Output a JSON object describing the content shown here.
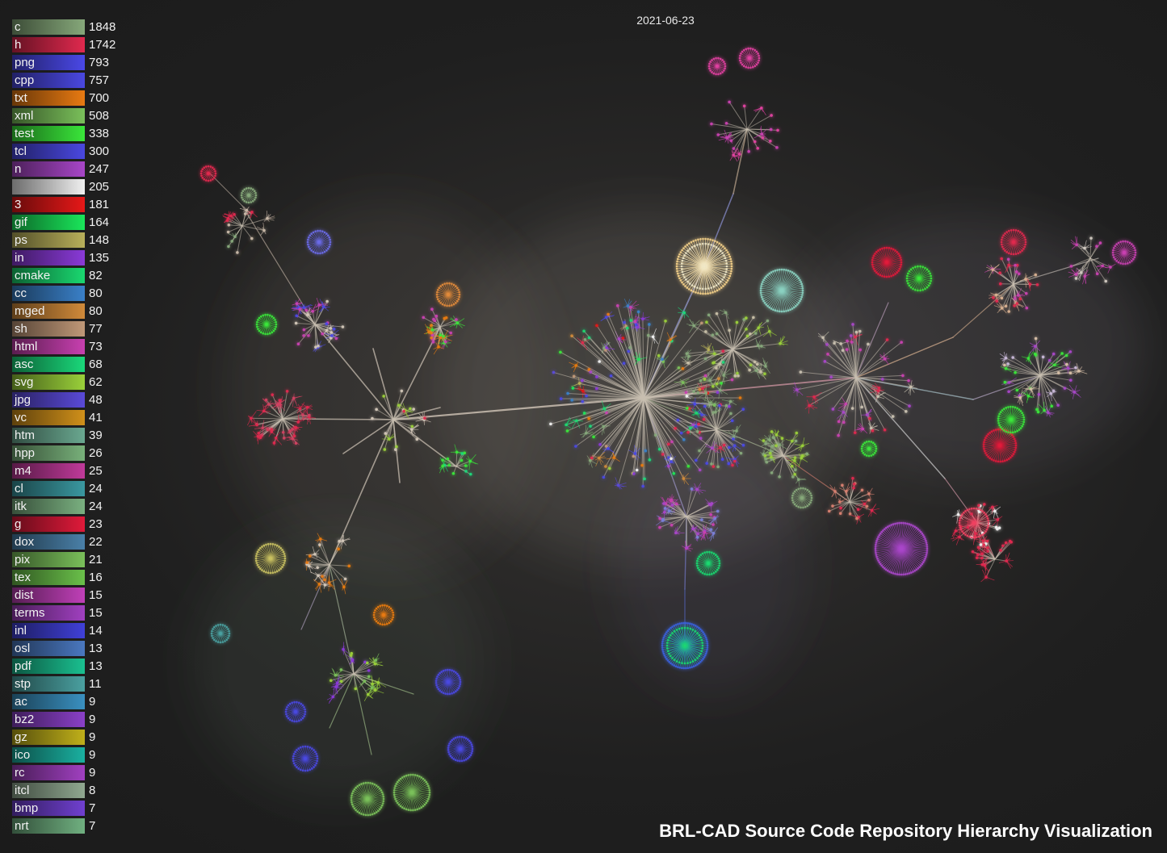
{
  "caption": "BRL-CAD Source Code Repository Hierarchy Visualization",
  "date": "2021-06-23",
  "legend": [
    {
      "label": "c",
      "count": "1848",
      "color": "#86a87a"
    },
    {
      "label": "h",
      "count": "1742",
      "color": "#e0294e"
    },
    {
      "label": "png",
      "count": "793",
      "color": "#4a48e6"
    },
    {
      "label": "cpp",
      "count": "757",
      "color": "#4a48e0"
    },
    {
      "label": "txt",
      "count": "700",
      "color": "#e87a12"
    },
    {
      "label": "xml",
      "count": "508",
      "color": "#7ac05a"
    },
    {
      "label": "test",
      "count": "338",
      "color": "#3ae63a"
    },
    {
      "label": "tcl",
      "count": "300",
      "color": "#4a48e0"
    },
    {
      "label": "n",
      "count": "247",
      "color": "#a846c8"
    },
    {
      "label": "",
      "count": "205",
      "color": "#f0f0f0"
    },
    {
      "label": "3",
      "count": "181",
      "color": "#e61818"
    },
    {
      "label": "gif",
      "count": "164",
      "color": "#1ae65a"
    },
    {
      "label": "ps",
      "count": "148",
      "color": "#b8b05a"
    },
    {
      "label": "in",
      "count": "135",
      "color": "#8a3ad8"
    },
    {
      "label": "cmake",
      "count": "82",
      "color": "#1ad870"
    },
    {
      "label": "cc",
      "count": "80",
      "color": "#3a80c8"
    },
    {
      "label": "mged",
      "count": "80",
      "color": "#d08a3a"
    },
    {
      "label": "sh",
      "count": "77",
      "color": "#c09878"
    },
    {
      "label": "html",
      "count": "73",
      "color": "#c840b0"
    },
    {
      "label": "asc",
      "count": "68",
      "color": "#1ad87a"
    },
    {
      "label": "svg",
      "count": "62",
      "color": "#9ad03a"
    },
    {
      "label": "jpg",
      "count": "48",
      "color": "#5a4ad8"
    },
    {
      "label": "vc",
      "count": "41",
      "color": "#d0901a"
    },
    {
      "label": "htm",
      "count": "39",
      "color": "#6aa890"
    },
    {
      "label": "hpp",
      "count": "26",
      "color": "#78b07a"
    },
    {
      "label": "m4",
      "count": "25",
      "color": "#c03a9a"
    },
    {
      "label": "cl",
      "count": "24",
      "color": "#3a98a0"
    },
    {
      "label": "itk",
      "count": "24",
      "color": "#7ab080"
    },
    {
      "label": "g",
      "count": "23",
      "color": "#e01a3a"
    },
    {
      "label": "dox",
      "count": "22",
      "color": "#4a80a8"
    },
    {
      "label": "pix",
      "count": "21",
      "color": "#7ac05a"
    },
    {
      "label": "tex",
      "count": "16",
      "color": "#6ac04a"
    },
    {
      "label": "dist",
      "count": "15",
      "color": "#c040b8"
    },
    {
      "label": "terms",
      "count": "15",
      "color": "#a040c0"
    },
    {
      "label": "inl",
      "count": "14",
      "color": "#4040d8"
    },
    {
      "label": "osl",
      "count": "13",
      "color": "#4a78c0"
    },
    {
      "label": "pdf",
      "count": "13",
      "color": "#1ac090"
    },
    {
      "label": "stp",
      "count": "11",
      "color": "#4aa0a0"
    },
    {
      "label": "ac",
      "count": "9",
      "color": "#3a90c0"
    },
    {
      "label": "bz2",
      "count": "9",
      "color": "#8a40c8"
    },
    {
      "label": "gz",
      "count": "9",
      "color": "#c0b01a"
    },
    {
      "label": "ico",
      "count": "9",
      "color": "#1ab0a0"
    },
    {
      "label": "rc",
      "count": "9",
      "color": "#a040c0"
    },
    {
      "label": "itcl",
      "count": "8",
      "color": "#90a890"
    },
    {
      "label": "bmp",
      "count": "7",
      "color": "#7040d0"
    },
    {
      "label": "nrt",
      "count": "7",
      "color": "#70b080"
    }
  ]
}
